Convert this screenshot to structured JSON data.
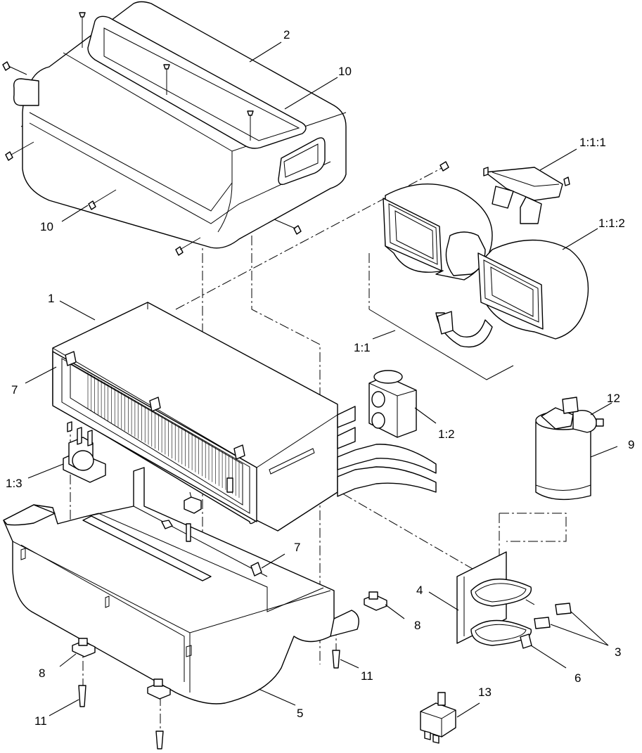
{
  "callouts": {
    "c2": "2",
    "c10a": "10",
    "c10b": "10",
    "c111": "1:1:1",
    "c112": "1:1:2",
    "c1": "1",
    "c11": "1:1",
    "c7a": "7",
    "c12": "12",
    "c12b": "1:2",
    "c9": "9",
    "c13a": "1:3",
    "c7b": "7",
    "c4": "4",
    "c8a": "8",
    "c3": "3",
    "c8b": "8",
    "c11a": "11",
    "c6": "6",
    "c5": "5",
    "c11b": "11",
    "c13": "13"
  }
}
